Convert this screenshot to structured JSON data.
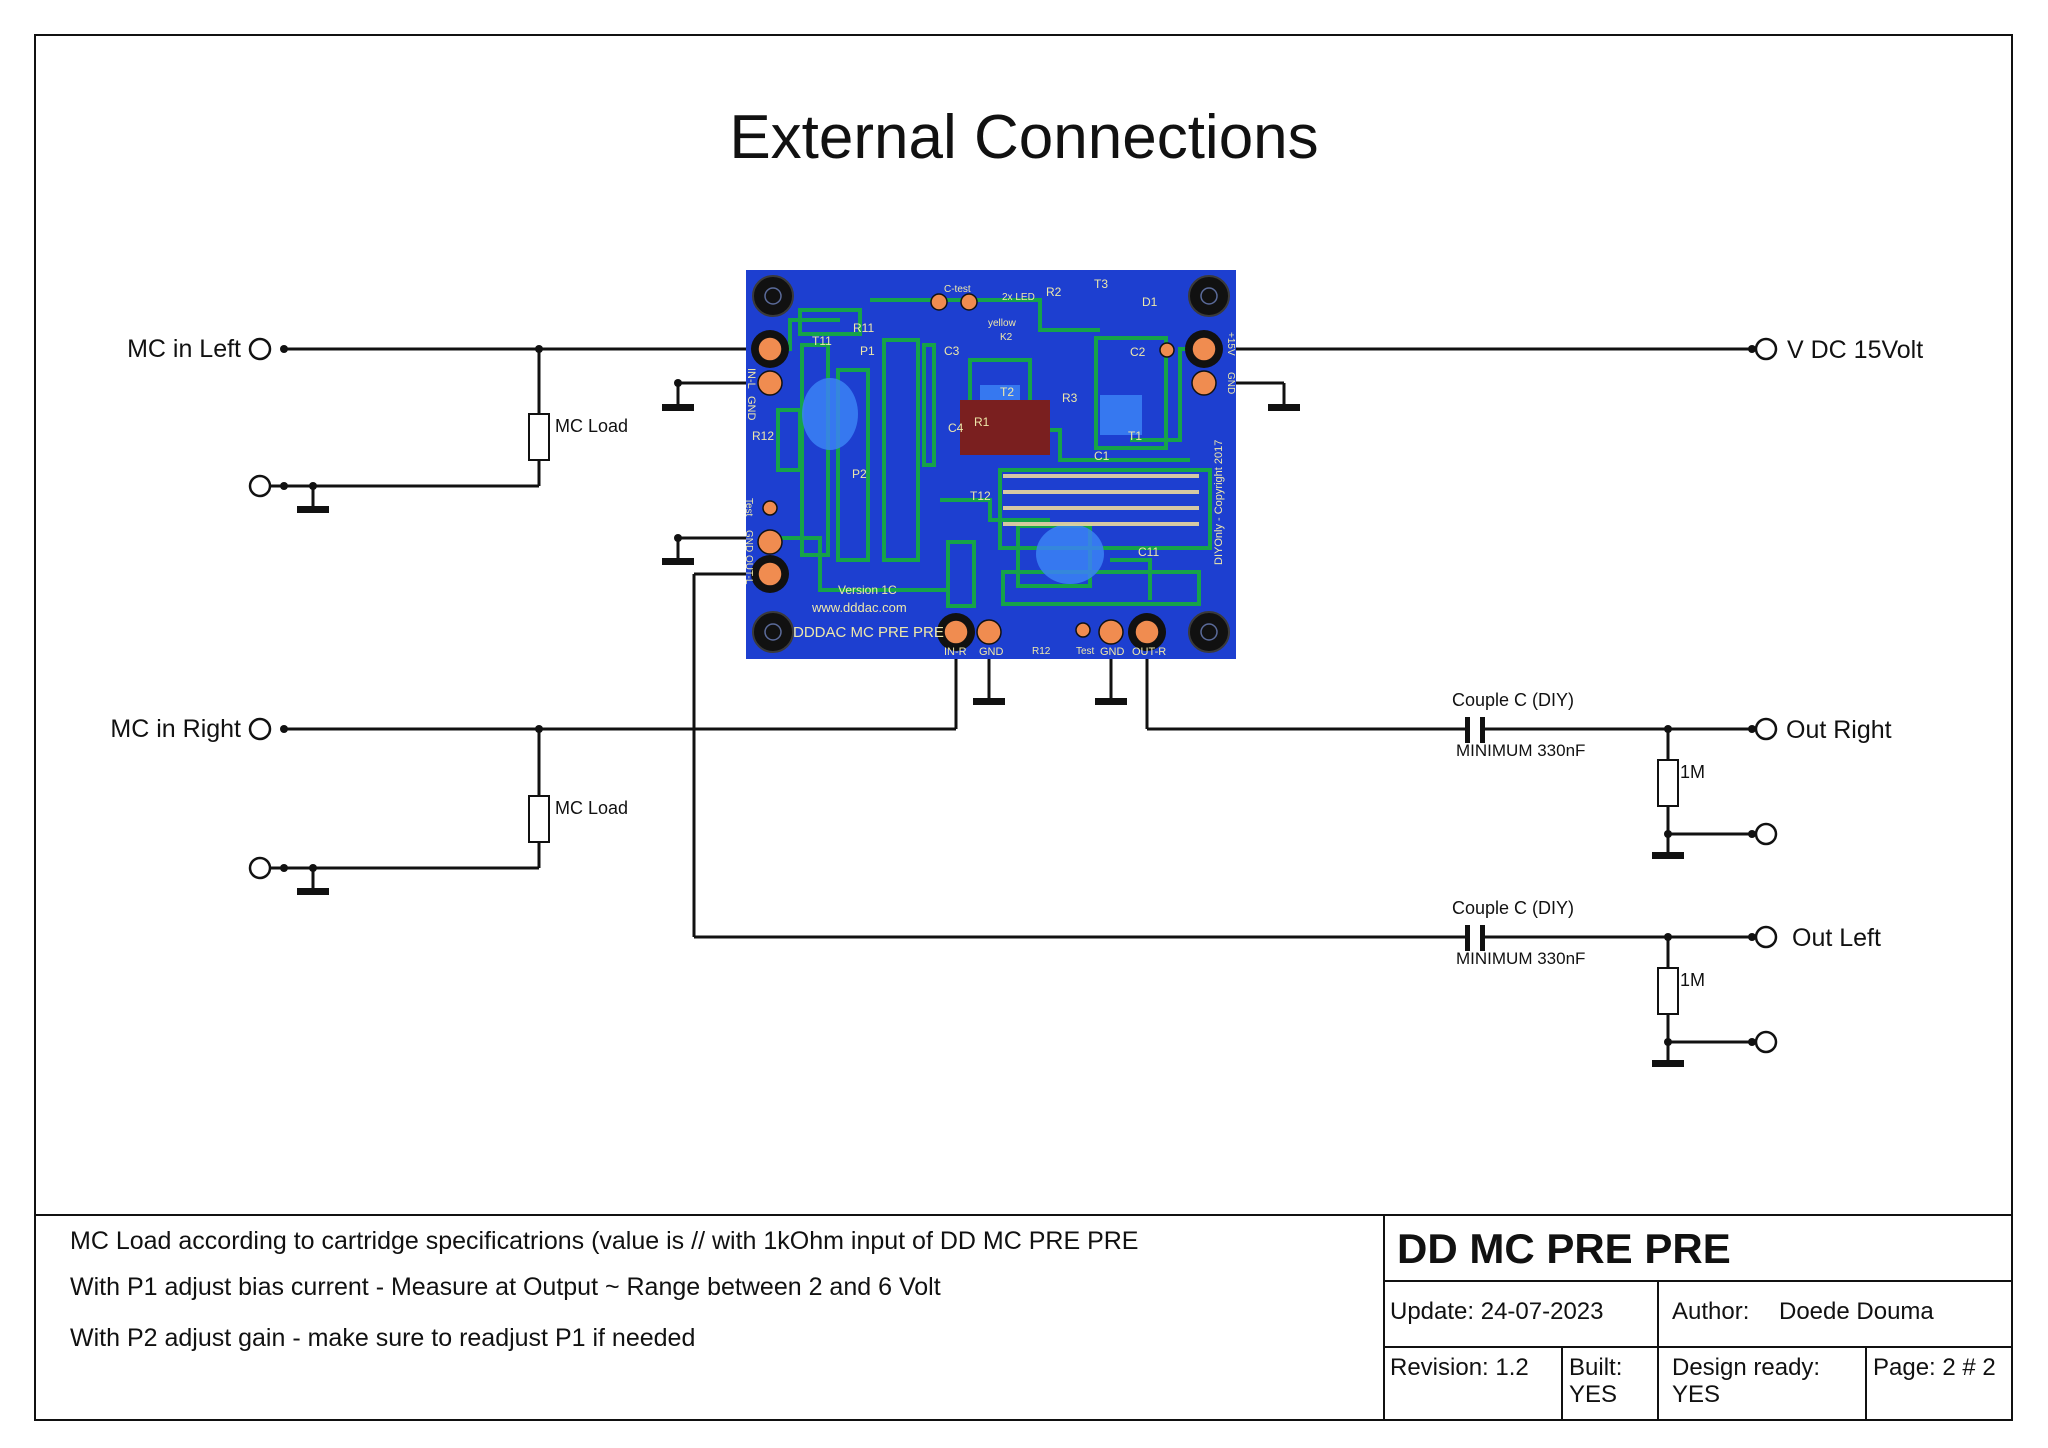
{
  "title": "External Connections",
  "terminals": {
    "mc_in_left": "MC in Left",
    "mc_in_right": "MC in Right",
    "v_dc": "V DC 15Volt",
    "out_right": "Out Right",
    "out_left": "Out Left"
  },
  "components": {
    "mc_load": "MC Load",
    "couple_c": "Couple C (DIY)",
    "cap_spec": "MINIMUM  330nF",
    "resistor_1m": "1M"
  },
  "board": {
    "name": "DDDAC MC PRE PRE",
    "version": "Version 1C",
    "url": "www.dddac.com",
    "copyright": "DIYOnly - Copyright 2017",
    "pads": {
      "in_l": "IN-L",
      "gnd_l": "GND",
      "test_l": "Test",
      "gnd_out_l": "GND",
      "out_l": "OUT-L",
      "plus15": "+15V",
      "gnd_p": "GND",
      "in_r": "IN-R",
      "gnd_r": "GND",
      "r12": "R12",
      "test_r": "Test",
      "gnd_out_r": "GND",
      "out_r": "OUT-R"
    },
    "part_labels": [
      "R11",
      "T11",
      "R12",
      "P1",
      "P2",
      "T12",
      "C1",
      "C3",
      "C4",
      "R1",
      "T2",
      "T3",
      "R2",
      "R3",
      "C2",
      "D1",
      "T1",
      "C11",
      "2x LED",
      "yellow",
      "C-test",
      "K2"
    ]
  },
  "notes": [
    "MC Load according to cartridge specificatrions (value is // with 1kOhm input of DD MC PRE PRE",
    "With P1 adjust bias current - Measure at Output ~ Range between 2 and 6 Volt",
    "With P2 adjust gain - make sure to readjust P1 if needed"
  ],
  "title_block": {
    "project": "DD MC PRE PRE",
    "update": "Update:  24-07-2023",
    "author_label": "Author:",
    "author": "Doede Douma",
    "revision": "Revision:  1.2",
    "built_label": "Built:",
    "built": "YES",
    "design_label": "Design ready:",
    "design": "YES",
    "page": "Page: 2 # 2"
  },
  "colors": {
    "pcb_blue": "#1d3fd0",
    "trace_green": "#16a34a",
    "pad_orange": "#f08c50",
    "ink": "#111111"
  }
}
